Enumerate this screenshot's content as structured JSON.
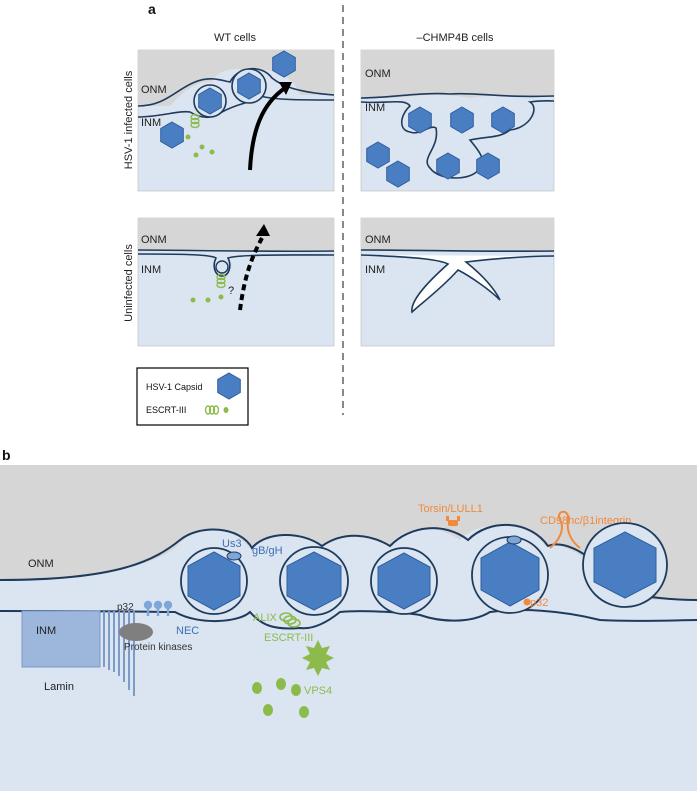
{
  "panel_a": {
    "letter": "a",
    "col_wt": "WT cells",
    "col_ko": "–CHMP4B cells",
    "row_infected": "HSV-1 infected cells",
    "row_uninfected": "Uninfected cells",
    "onm": "ONM",
    "inm": "INM",
    "question": "?",
    "legend": {
      "capsid": "HSV-1 Capsid",
      "escrt": "ESCRT-III"
    }
  },
  "panel_b": {
    "letter": "b",
    "onm": "ONM",
    "inm": "INM",
    "lamin": "Lamin",
    "p32_left": "p32",
    "protein_kinases": "Protein kinases",
    "nec": "NEC",
    "us3": "Us3",
    "gbgh": "gB/gH",
    "alix": "ALIX",
    "escrt": "ESCRT-III",
    "vps4": "VPS4",
    "torsin": "Torsin/LULL1",
    "cd98": "CD98hc/β1integrin",
    "p32_right": "p32"
  },
  "colors": {
    "capsid": "#4a7ec2",
    "capsid_stroke": "#2f5f9e",
    "nucleus": "#dbe5f1",
    "cytoplasm": "#d6d6d6",
    "membrane": "#1f3b5c",
    "escrt_green": "#8cbb4b",
    "orange": "#f08a3c",
    "blue_text": "#3d6fb3"
  }
}
